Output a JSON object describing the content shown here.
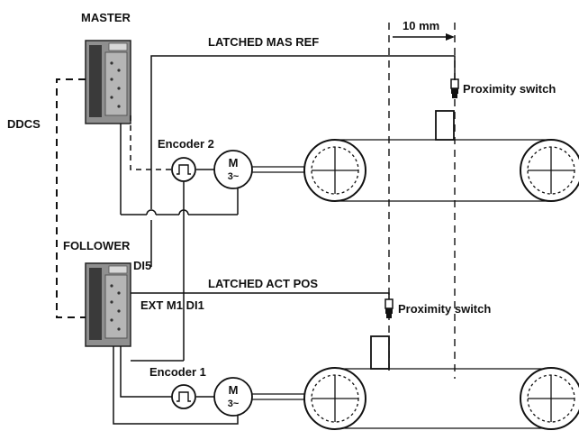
{
  "labels": {
    "master": "MASTER",
    "follower": "FOLLOWER",
    "ddcs": "DDCS",
    "encoder_2": "Encoder 2",
    "encoder_1": "Encoder 1",
    "latched_mas_ref": "LATCHED MAS REF",
    "latched_act_pos": "LATCHED ACT POS",
    "di5": "DI5",
    "ext_m1_di1": "EXT M1 DI1",
    "distance": "10 mm",
    "proximity_switch_top": "Proximity switch",
    "proximity_switch_bottom": "Proximity switch",
    "motor_top_m": "M",
    "motor_top_phase": "3~",
    "motor_bottom_m": "M",
    "motor_bottom_phase": "3~"
  },
  "colors": {
    "line": "#111111",
    "drive_body": "#9a9a9a",
    "drive_dark": "#3a3a3a"
  }
}
